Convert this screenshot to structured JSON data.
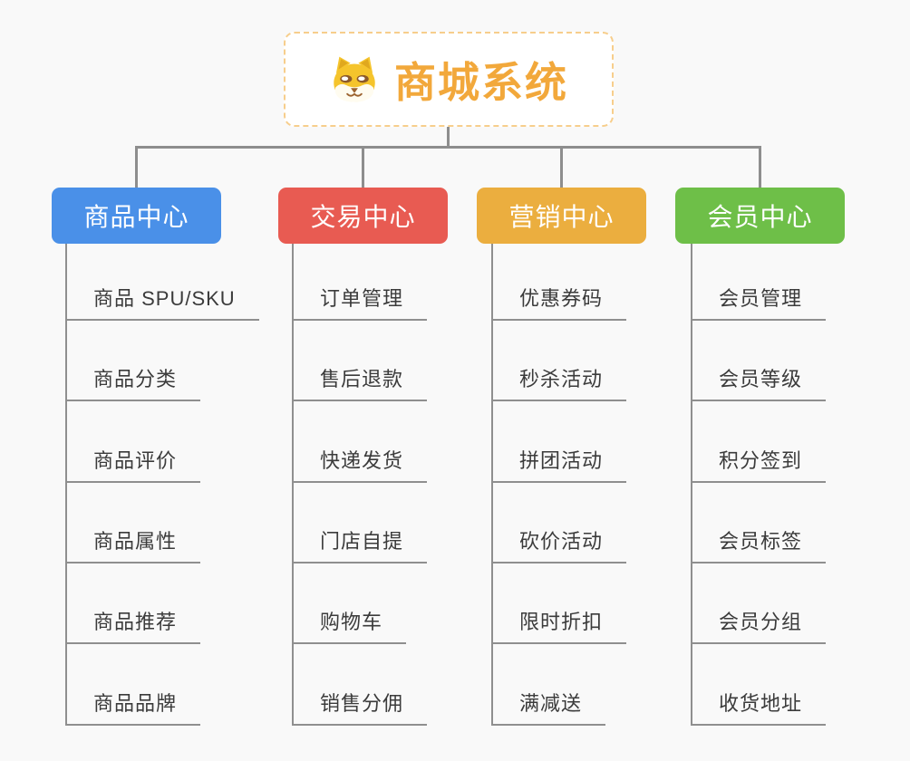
{
  "root": {
    "label": "商城系统",
    "icon": "dog-face-icon",
    "text_color": "#f2a83b",
    "border_color": "#f7ce8c"
  },
  "connector_color": "#8e8e8e",
  "background_color": "#f9f9f9",
  "branches": [
    {
      "label": "商品中心",
      "color": "#4a90e8",
      "items": [
        "商品 SPU/SKU",
        "商品分类",
        "商品评价",
        "商品属性",
        "商品推荐",
        "商品品牌"
      ]
    },
    {
      "label": "交易中心",
      "color": "#e85b52",
      "items": [
        "订单管理",
        "售后退款",
        "快递发货",
        "门店自提",
        "购物车",
        "销售分佣"
      ]
    },
    {
      "label": "营销中心",
      "color": "#ebae3f",
      "items": [
        "优惠券码",
        "秒杀活动",
        "拼团活动",
        "砍价活动",
        "限时折扣",
        "满减送"
      ]
    },
    {
      "label": "会员中心",
      "color": "#6ebf48",
      "items": [
        "会员管理",
        "会员等级",
        "积分签到",
        "会员标签",
        "会员分组",
        "收货地址"
      ]
    }
  ]
}
